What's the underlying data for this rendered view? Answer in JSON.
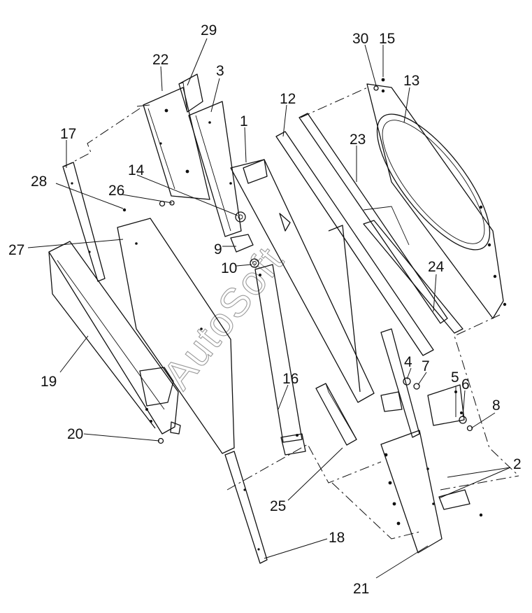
{
  "watermark": "AutoSoft",
  "callouts": [
    {
      "id": "c1",
      "text": "1"
    },
    {
      "id": "c2",
      "text": "2"
    },
    {
      "id": "c3",
      "text": "3"
    },
    {
      "id": "c4",
      "text": "4"
    },
    {
      "id": "c5",
      "text": "5"
    },
    {
      "id": "c6",
      "text": "6"
    },
    {
      "id": "c7",
      "text": "7"
    },
    {
      "id": "c8",
      "text": "8"
    },
    {
      "id": "c9",
      "text": "9"
    },
    {
      "id": "c10",
      "text": "10"
    },
    {
      "id": "c12",
      "text": "12"
    },
    {
      "id": "c13",
      "text": "13"
    },
    {
      "id": "c14",
      "text": "14"
    },
    {
      "id": "c15",
      "text": "15"
    },
    {
      "id": "c16",
      "text": "16"
    },
    {
      "id": "c17",
      "text": "17"
    },
    {
      "id": "c18",
      "text": "18"
    },
    {
      "id": "c19",
      "text": "19"
    },
    {
      "id": "c20",
      "text": "20"
    },
    {
      "id": "c21",
      "text": "21"
    },
    {
      "id": "c22",
      "text": "22"
    },
    {
      "id": "c23",
      "text": "23"
    },
    {
      "id": "c24",
      "text": "24"
    },
    {
      "id": "c25",
      "text": "25"
    },
    {
      "id": "c26",
      "text": "26"
    },
    {
      "id": "c27",
      "text": "27"
    },
    {
      "id": "c28",
      "text": "28"
    },
    {
      "id": "c29",
      "text": "29"
    },
    {
      "id": "c30",
      "text": "30"
    }
  ]
}
